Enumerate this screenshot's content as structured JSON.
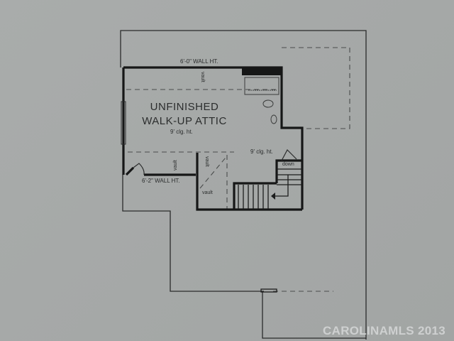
{
  "floor_plan": {
    "room_title_line1": "UNFINISHED",
    "room_title_line2": "WALK-UP ATTIC",
    "attic_ceiling": "9' clg. ht.",
    "landing_ceiling": "9' clg. ht.",
    "top_wall_height": "6'-0\" WALL HT.",
    "bottom_wall_height": "6'-2\" WALL HT.",
    "stair_label": "down",
    "vault_labels": [
      "vault",
      "vault",
      "vault",
      "vault"
    ]
  },
  "watermark": "CAROLINAMLS 2013",
  "colors": {
    "paper": "#a7aaa9",
    "ink": "#1c1d1d",
    "watermark": "#d6d8d8"
  }
}
